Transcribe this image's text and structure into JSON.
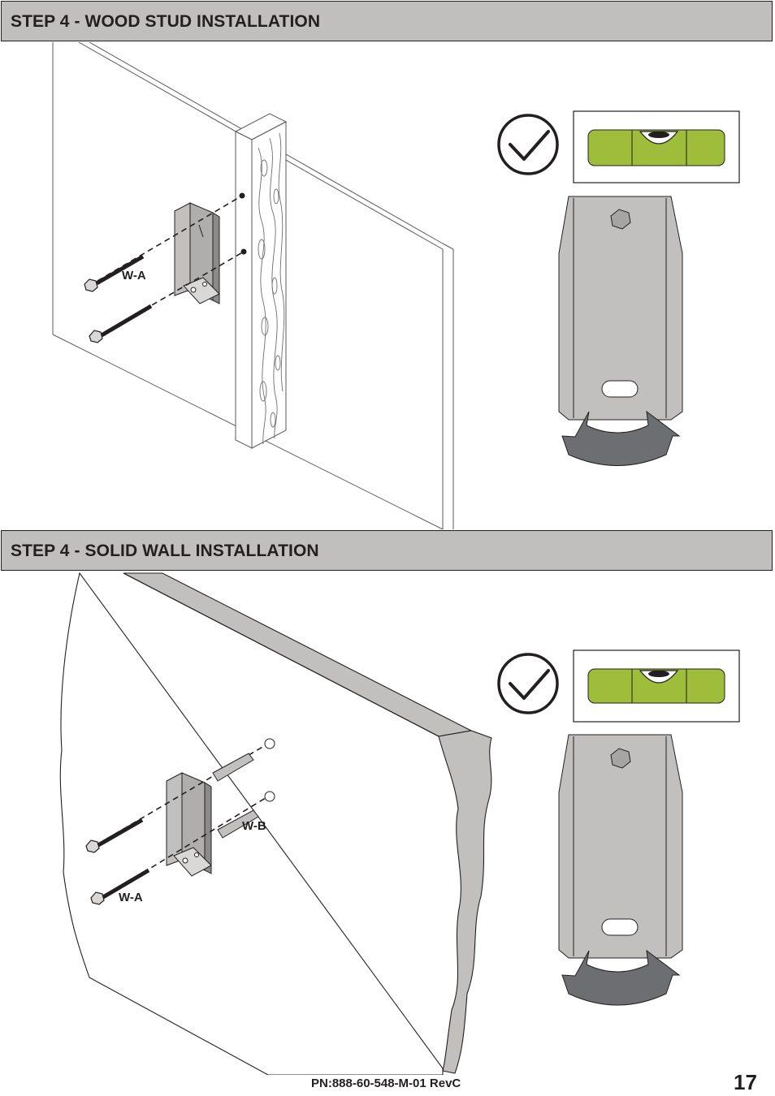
{
  "steps": [
    {
      "title": "STEP 4 - WOOD STUD INSTALLATION",
      "labels": {
        "screw": "W-A"
      }
    },
    {
      "title": "STEP 4 - SOLID WALL INSTALLATION",
      "labels": {
        "screw": "W-A",
        "anchor": "W-B"
      }
    }
  ],
  "footer": {
    "part_number": "PN:888-60-548-M-01 RevC",
    "page_number": "17"
  },
  "colors": {
    "header_bg": "#c0bfbe",
    "level_green": "#9dbd3b",
    "bracket_gray": "#c2c0bf",
    "arrow_gray": "#6d6e71"
  },
  "icons": [
    "checkmark-icon",
    "level-icon",
    "bracket-icon",
    "rotate-arrow-icon"
  ]
}
